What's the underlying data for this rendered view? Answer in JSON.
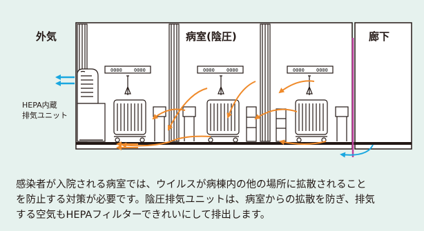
{
  "labels": {
    "outside": "外気",
    "room": "病室(陰圧)",
    "corridor": "廊下",
    "unit_line1": "HEPA内蔵",
    "unit_line2": "排気ユニット"
  },
  "panel_text": [
    "0000",
    "0000"
  ],
  "caption": [
    "感染者が入院される病室では、ウイルスが病棟内の他の場所に拡散されること",
    "を防止する対策が必要です。陰圧排気ユニットは、病室からの拡散を防ぎ、排気",
    "する空気もHEPAフィルターできれいにして排出します。"
  ],
  "colors": {
    "background": "#e6f2ee",
    "line": "#231815",
    "wall_fill": "#ffffff",
    "airflow_orange": "#ef8a2a",
    "exhaust_blue": "#1aa7e0",
    "door_magenta": "#c0409e"
  }
}
